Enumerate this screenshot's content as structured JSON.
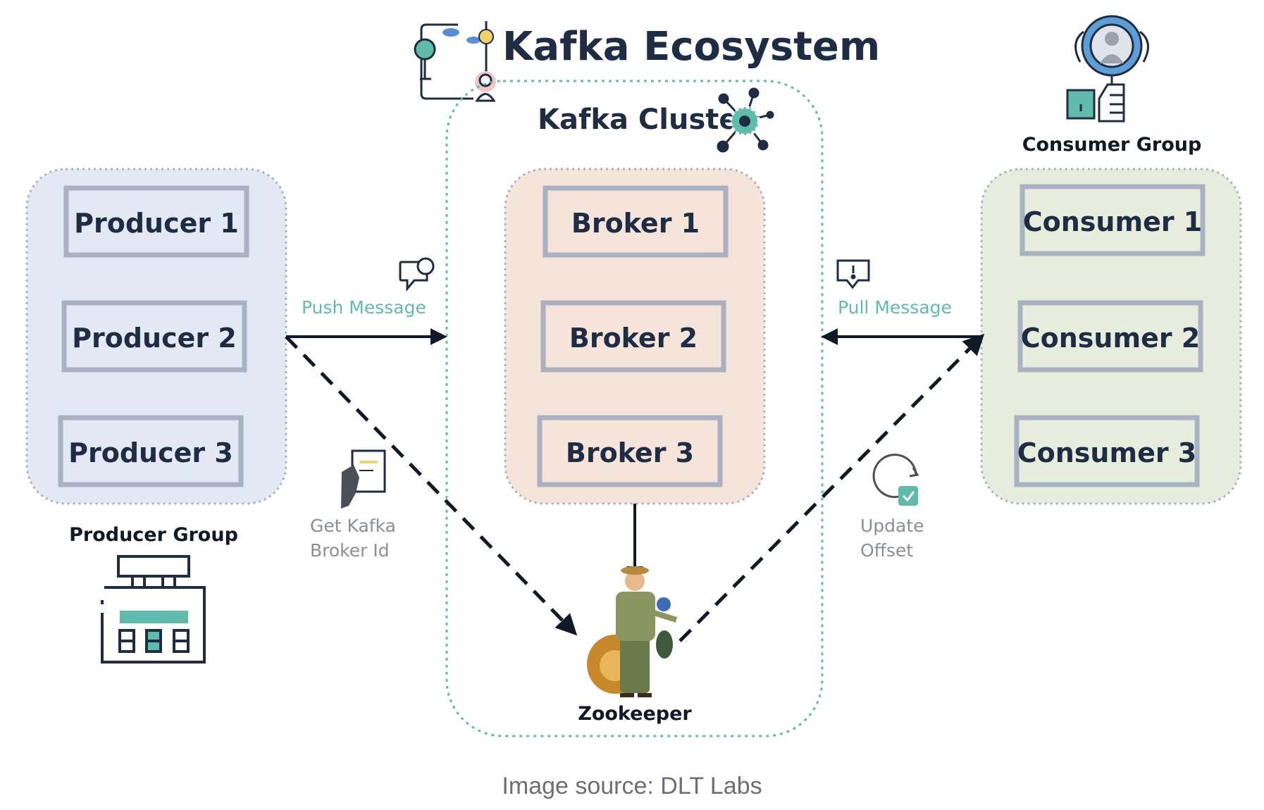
{
  "title": "Kafka Ecosystem",
  "cluster": {
    "label": "Kafka Cluster"
  },
  "producer_group": {
    "label": "Producer Group",
    "items": [
      "Producer 1",
      "Producer 2",
      "Producer 3"
    ],
    "fill": "#e3e9f4"
  },
  "brokers": {
    "items": [
      "Broker 1",
      "Broker 2",
      "Broker 3"
    ],
    "fill": "#f5e4d9"
  },
  "consumer_group": {
    "label": "Consumer Group",
    "items": [
      "Consumer 1",
      "Consumer 2",
      "Consumer 3"
    ],
    "fill": "#e7eddd"
  },
  "zookeeper": {
    "label": "Zookeeper"
  },
  "flows": {
    "push": "Push Message",
    "pull": "Pull Message",
    "get_broker_line1": "Get Kafka",
    "get_broker_line2": "Broker Id",
    "update_line1": "Update",
    "update_line2": "Offset"
  },
  "source": "Image source: DLT Labs",
  "colors": {
    "dark_navy": "#1f2d44",
    "teal": "#5fbcab",
    "box_border": "#a9b1c3",
    "grey_text": "#8a8f97"
  },
  "icons": {
    "ecosystem": "landscape-person-icon",
    "cluster": "network-gear-icon",
    "consumer": "magnifier-person-icon",
    "producer": "machine-icon",
    "push": "chat-bubble-icon",
    "pull": "alert-bubble-icon",
    "get_broker": "hand-receipt-icon",
    "update": "refresh-check-icon",
    "zookeeper": "zookeeper-illustration-icon"
  }
}
